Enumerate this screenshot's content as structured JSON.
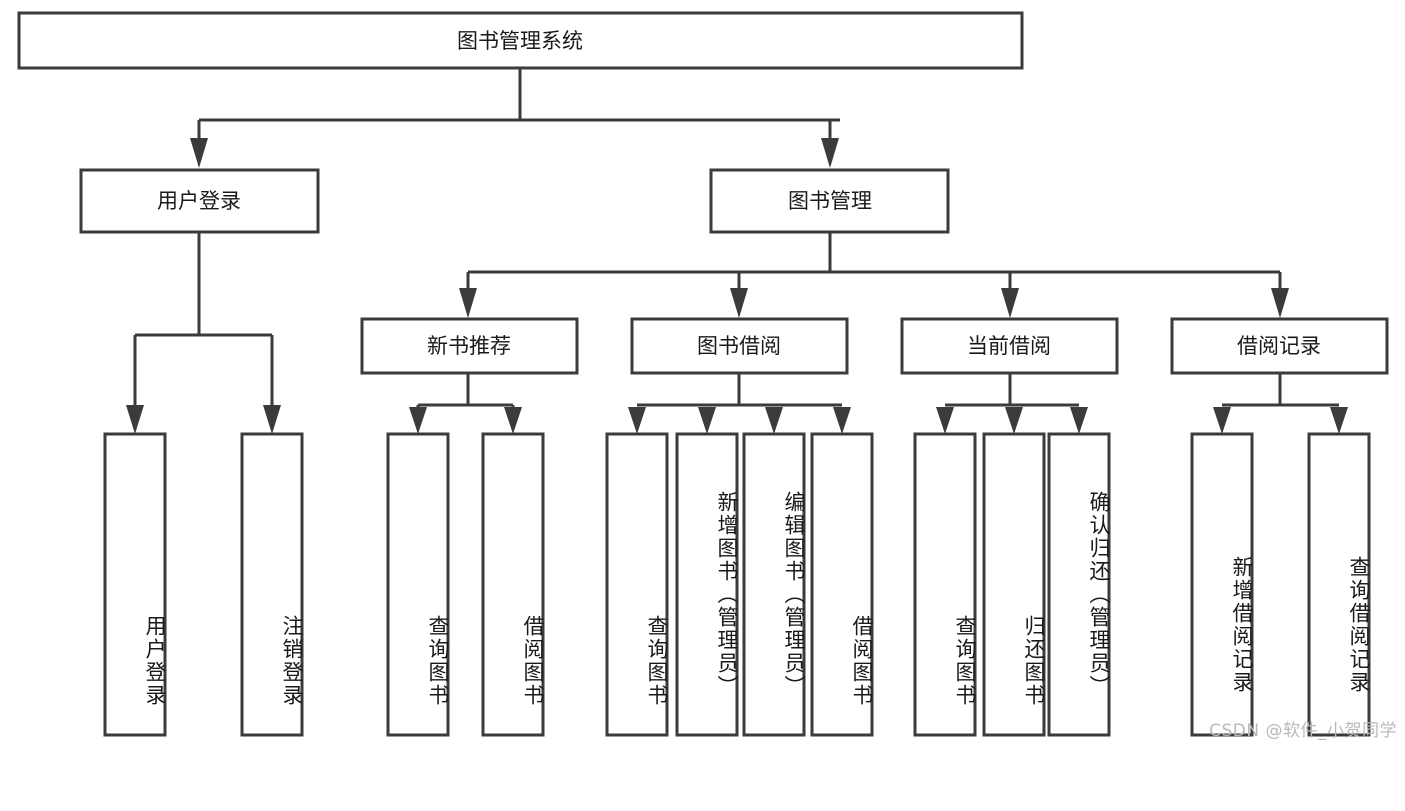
{
  "diagram": {
    "title": "图书管理系统",
    "type": "tree-hierarchy-chart",
    "orientation": "top-down",
    "colors": {
      "box_fill": "#ffffff",
      "box_stroke": "#3b3b3b",
      "text": "#1a1a1a",
      "background": "#ffffff",
      "watermark": "#b9b9b9"
    },
    "root": {
      "id": "root",
      "label": "图书管理系统",
      "orientation": "horizontal"
    },
    "level2": [
      {
        "id": "user-login",
        "label": "用户登录",
        "orientation": "horizontal"
      },
      {
        "id": "book-management",
        "label": "图书管理",
        "orientation": "horizontal"
      }
    ],
    "level3": [
      {
        "id": "new-book-recommend",
        "label": "新书推荐",
        "parent": "book-management",
        "orientation": "horizontal"
      },
      {
        "id": "book-borrow",
        "label": "图书借阅",
        "parent": "book-management",
        "orientation": "horizontal"
      },
      {
        "id": "current-borrow",
        "label": "当前借阅",
        "parent": "book-management",
        "orientation": "horizontal"
      },
      {
        "id": "borrow-record",
        "label": "借阅记录",
        "parent": "book-management",
        "orientation": "horizontal"
      }
    ],
    "leaves": [
      {
        "id": "leaf-user-login",
        "label": "用户登录",
        "parent": "user-login",
        "orientation": "vertical"
      },
      {
        "id": "leaf-logout-login",
        "label": "注销登录",
        "parent": "user-login",
        "orientation": "vertical"
      },
      {
        "id": "leaf-query-book-1",
        "label": "查询图书",
        "parent": "new-book-recommend",
        "orientation": "vertical"
      },
      {
        "id": "leaf-borrow-book-1",
        "label": "借阅图书",
        "parent": "new-book-recommend",
        "orientation": "vertical"
      },
      {
        "id": "leaf-query-book-2",
        "label": "查询图书",
        "parent": "book-borrow",
        "orientation": "vertical"
      },
      {
        "id": "leaf-add-book",
        "label": "新增图书（管理员）",
        "parent": "book-borrow",
        "orientation": "vertical"
      },
      {
        "id": "leaf-edit-book",
        "label": "编辑图书（管理员）",
        "parent": "book-borrow",
        "orientation": "vertical"
      },
      {
        "id": "leaf-borrow-book-2",
        "label": "借阅图书",
        "parent": "book-borrow",
        "orientation": "vertical"
      },
      {
        "id": "leaf-query-book-3",
        "label": "查询图书",
        "parent": "current-borrow",
        "orientation": "vertical"
      },
      {
        "id": "leaf-return-book",
        "label": "归还图书",
        "parent": "current-borrow",
        "orientation": "vertical"
      },
      {
        "id": "leaf-confirm-return",
        "label": "确认归还（管理员）",
        "parent": "current-borrow",
        "orientation": "vertical"
      },
      {
        "id": "leaf-add-record",
        "label": "新增借阅记录",
        "parent": "borrow-record",
        "orientation": "vertical"
      },
      {
        "id": "leaf-query-record",
        "label": "查询借阅记录",
        "parent": "borrow-record",
        "orientation": "vertical"
      }
    ]
  },
  "watermark": {
    "text": "CSDN @软件_小贺同学"
  }
}
